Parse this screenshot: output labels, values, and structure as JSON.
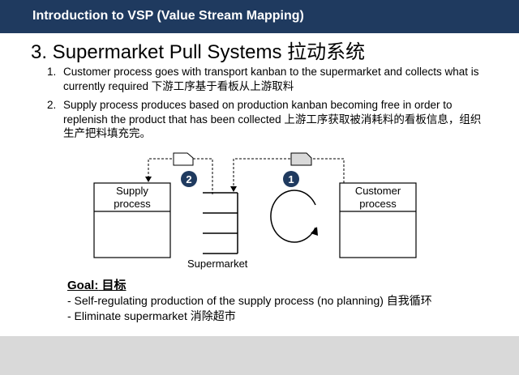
{
  "header": {
    "title": "Introduction to VSP (Value Stream Mapping)"
  },
  "slide": {
    "title": "3. Supermarket Pull Systems 拉动系统"
  },
  "points": [
    {
      "num": "1.",
      "text": "Customer process goes with transport kanban to the supermarket and collects what is currently required 下游工序基于看板从上游取料"
    },
    {
      "num": "2.",
      "text": "Supply process produces based on production kanban becoming free in order to replenish the product that has been collected 上游工序获取被消耗料的看板信息，组织生产把料填充完。"
    }
  ],
  "diagram": {
    "supply_label": "Supply process",
    "customer_label": "Customer process",
    "supermarket_label": "Supermarket",
    "badge_supply": "2",
    "badge_customer": "1",
    "colors": {
      "badge": "#1f3a5f",
      "kanban_customer": "#d9d9d9",
      "kanban_supply": "#ffffff"
    }
  },
  "goal": {
    "heading": "Goal:",
    "heading_cn": " 目标",
    "items": [
      "- Self-regulating production of the supply process (no planning)  自我循环",
      "- Eliminate supermarket 消除超市"
    ]
  },
  "colors": {
    "header_bg": "#1f3a5f",
    "footer_band": "#d9d9d9"
  }
}
